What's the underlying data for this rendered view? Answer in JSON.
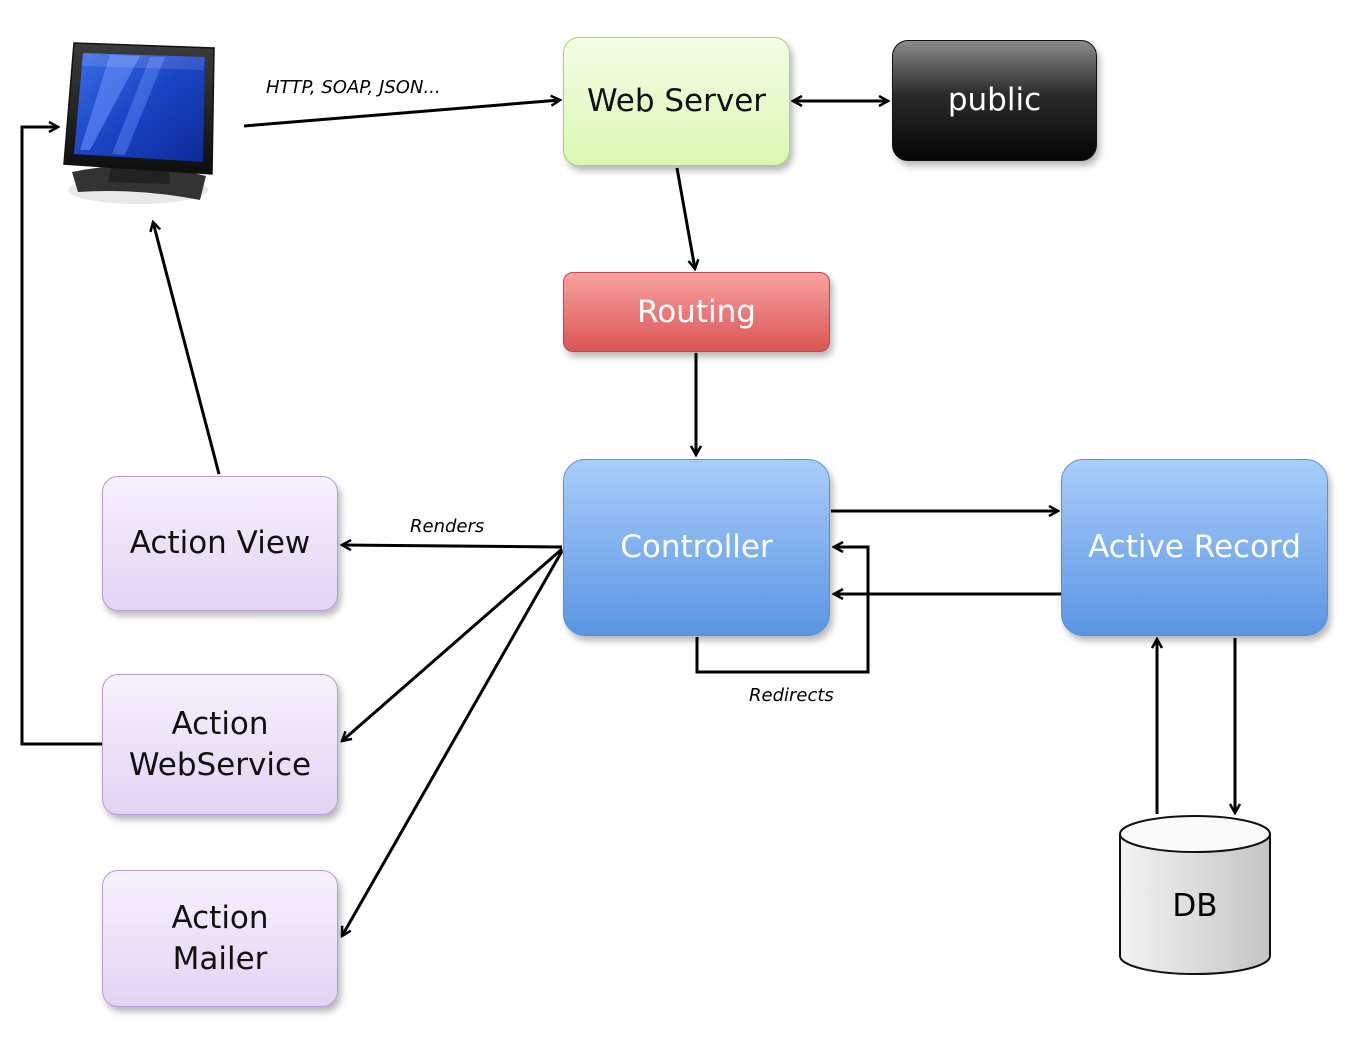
{
  "nodes": {
    "web_server": "Web Server",
    "public": "public",
    "routing": "Routing",
    "controller": "Controller",
    "active_record": "Active Record",
    "action_view": "Action View",
    "action_webservice": "Action\nWebService",
    "action_mailer": "Action\nMailer",
    "db": "DB"
  },
  "edge_labels": {
    "http": "HTTP, SOAP, JSON...",
    "renders": "Renders",
    "redirects": "Redirects"
  },
  "icons": {
    "client": "computer-monitor-icon"
  },
  "colors": {
    "web_server": "#dbf7b3",
    "public": "#111111",
    "routing": "#e06060",
    "controller": "#6fa4ea",
    "active_record": "#6fa4ea",
    "action_boxes": "#e8dcf6",
    "db": "#d6d6d6"
  }
}
